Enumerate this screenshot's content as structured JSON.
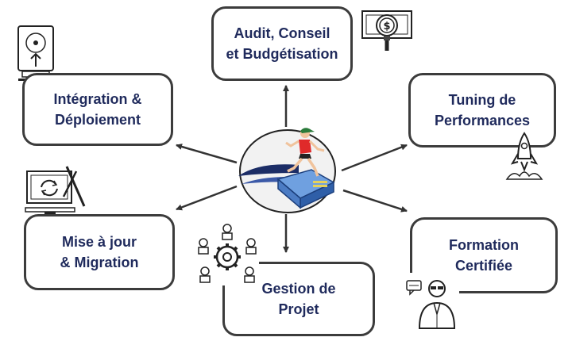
{
  "diagram": {
    "center": {
      "icon": "runner-on-network-connector-logo"
    },
    "nodes": [
      {
        "id": "audit",
        "lines": [
          "Audit, Conseil",
          "et Budgétisation"
        ],
        "icon": "money-magnifier-icon"
      },
      {
        "id": "integration",
        "lines": [
          "Intégration &",
          "Déploiement"
        ],
        "icon": "hard-drive-upload-icon"
      },
      {
        "id": "tuning",
        "lines": [
          "Tuning de",
          "Performances"
        ],
        "icon": "rocket-launch-icon"
      },
      {
        "id": "migration",
        "lines": [
          "Mise à jour",
          "& Migration"
        ],
        "icon": "monitor-tools-icon"
      },
      {
        "id": "gestion",
        "lines": [
          "Gestion de",
          "Projet"
        ],
        "icon": "team-gear-icon"
      },
      {
        "id": "formation",
        "lines": [
          "Formation",
          "Certifiée"
        ],
        "icon": "trainer-person-icon"
      }
    ],
    "colors": {
      "text": "#1f2a5c",
      "border": "#3c3c3c",
      "arrow": "#333333"
    }
  }
}
